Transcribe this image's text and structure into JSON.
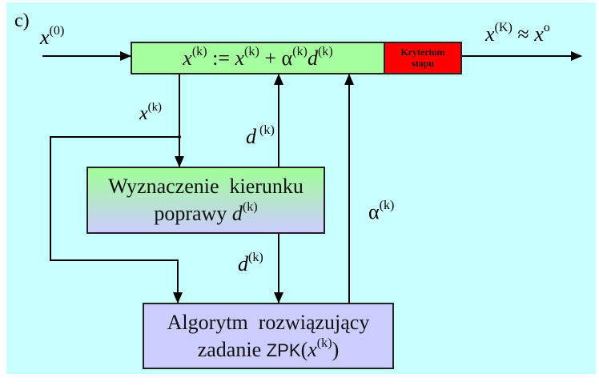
{
  "panel_label": "c)",
  "colors": {
    "background": "#C8FFFF",
    "update_box": "#A6FF9E",
    "stop_box": "#FF0000",
    "direction_box_top": "#A0FF98",
    "direction_box_bottom": "#CCCCFF",
    "algorithm_box": "#CCCCFF",
    "lines": "#000000"
  },
  "input": {
    "var": "x",
    "sup": "(0)"
  },
  "output": {
    "var": "x",
    "sup": "(K)",
    "approx": "≈",
    "var2": "x",
    "sup2": "o"
  },
  "update_box": {
    "lhs_var": "x",
    "lhs_sup": "(k)",
    "assign": " := ",
    "rhs_var": "x",
    "rhs_sup": "(k)",
    "plus": " + ",
    "alpha": "α",
    "alpha_sup": "(k)",
    "d": "d",
    "d_sup": "(k)"
  },
  "stop_box": {
    "line1": "Kryterium",
    "line2": "stopu"
  },
  "direction_box": {
    "line1": "Wyznaczenie  kierunku",
    "line2_text": "poprawy ",
    "line2_var": "d",
    "line2_sup": "(k)"
  },
  "algorithm_box": {
    "line1": "Algorytm  rozwiązujący",
    "line2_text": "zadanie ",
    "line2_sans": "ZPK",
    "line2_open": "(",
    "line2_var": "x",
    "line2_sup": "(k)",
    "line2_close": ")"
  },
  "edge_labels": {
    "x_k": {
      "var": "x",
      "sup": "(k)"
    },
    "d_k_up": {
      "var": "d",
      "sup": " (k)"
    },
    "d_k_down": {
      "var": "d",
      "sup": "(k)"
    },
    "alpha_k": {
      "var": "α",
      "sup": "(k)"
    }
  }
}
